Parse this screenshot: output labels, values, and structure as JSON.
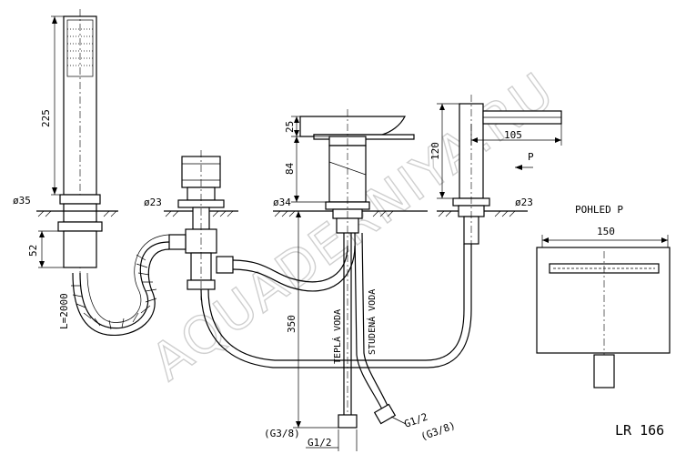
{
  "watermark": "AQUADERNIYA.RU",
  "labels": {
    "handshower_length": "225",
    "dia35": "ø35",
    "dia23_a": "ø23",
    "dia34": "ø34",
    "dia23_b": "ø23",
    "dim52": "52",
    "hose_length": "L=2000",
    "dim25": "25",
    "dim84": "84",
    "dim120": "120",
    "dim105": "105",
    "arrow_p": "P",
    "dim350": "350",
    "hot_water": "TEPLÁ VODA",
    "cold_water": "STUDENÁ VODA",
    "thread_left_top": "(G3/8)",
    "thread_left_bottom": "G1/2",
    "thread_right_top": "G1/2",
    "thread_right_bottom": "(G3/8)",
    "view_title": "POHLED P",
    "view_width": "150",
    "model": "LR 166"
  }
}
